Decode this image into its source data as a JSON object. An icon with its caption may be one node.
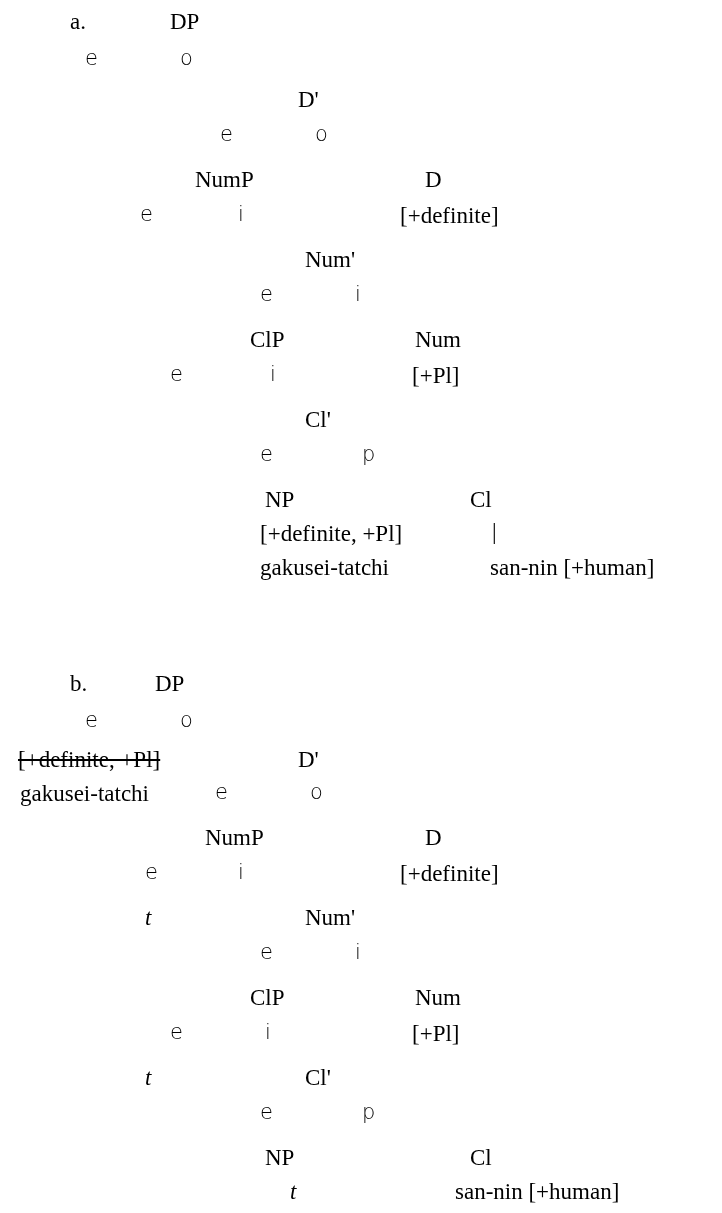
{
  "diagram": {
    "labels": [
      "a.",
      "DP",
      "e",
      "o",
      "D'",
      "e",
      "o",
      "NumP",
      "D",
      "e",
      "i",
      "[+definite]",
      "Num'",
      "e",
      "i",
      "ClP",
      "Num",
      "e",
      "i",
      "[+Pl]",
      "Cl'",
      "e",
      "p",
      "NP",
      "Cl",
      "[+definite, +Pl]",
      "|",
      "gakusei-tatchi",
      "san-nin [+human]",
      "b.",
      "DP",
      "e",
      "o",
      "[+definite, +Pl]",
      "D'",
      "gakusei-tatchi",
      "e",
      "o",
      "NumP",
      "D",
      "e",
      "i",
      "[+definite]",
      "t",
      "Num'",
      "e",
      "i",
      "ClP",
      "Num",
      "e",
      "i",
      "[+Pl]",
      "t",
      "Cl'",
      "e",
      "p",
      "NP",
      "Cl",
      "t",
      "san-nin [+human]"
    ]
  }
}
